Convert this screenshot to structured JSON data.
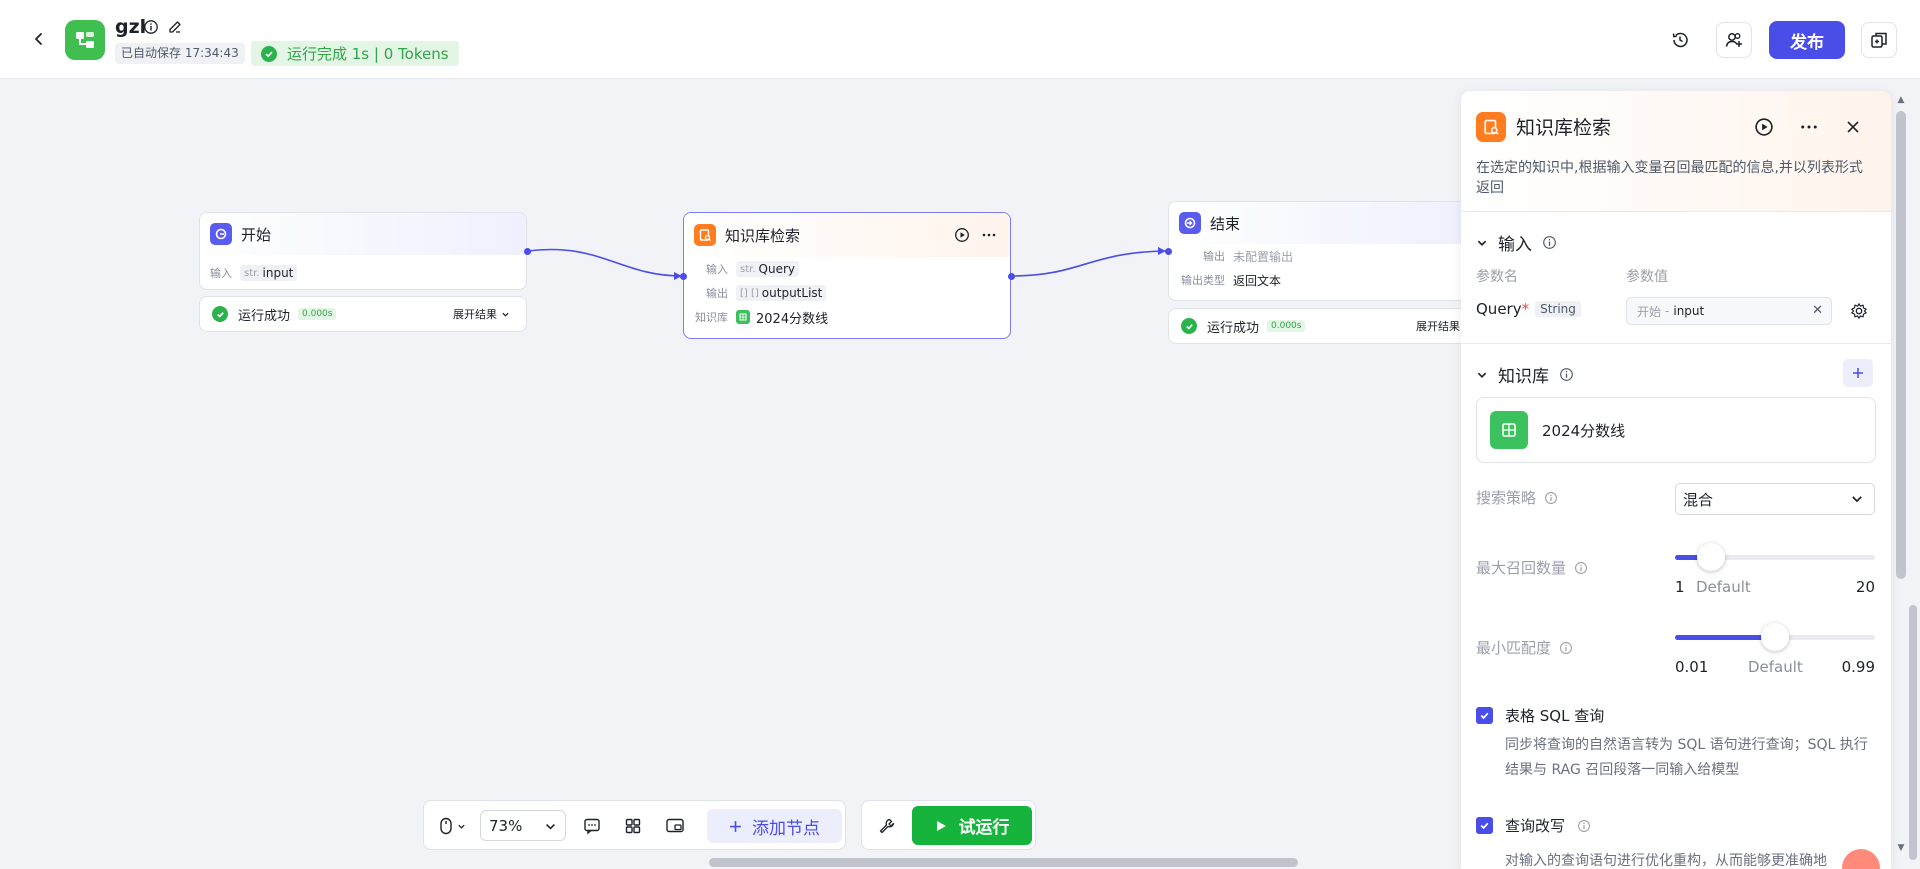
{
  "header": {
    "app_name": "gzl",
    "autosave": "已自动保存 17:34:43",
    "run_status": "运行完成 1s | 0 Tokens",
    "publish_label": "发布"
  },
  "nodes": {
    "start": {
      "title": "开始",
      "input_label": "输入",
      "input_type": "str.",
      "input_value": "input",
      "result": "运行成功",
      "time": "0.000s",
      "expand": "展开结果"
    },
    "kb": {
      "title": "知识库检索",
      "input_label": "输入",
      "input_type": "str.",
      "input_value": "Query",
      "output_label": "输出",
      "output_type": "[] []",
      "output_value": "outputList",
      "kb_label": "知识库",
      "kb_value": "2024分数线"
    },
    "end": {
      "title": "结束",
      "output_label": "输出",
      "output_value": "未配置输出",
      "output_type_label": "输出类型",
      "output_type_value": "返回文本",
      "result": "运行成功",
      "time": "0.000s",
      "expand": "展开结果"
    }
  },
  "panel": {
    "title": "知识库检索",
    "description": "在选定的知识中,根据输入变量召回最匹配的信息,并以列表形式返回",
    "input_section": "输入",
    "param_name_col": "参数名",
    "param_value_col": "参数值",
    "query_name": "Query",
    "query_required": "*",
    "query_type": "String",
    "query_source": "开始",
    "query_sep": "-",
    "query_var": "input",
    "kb_section": "知识库",
    "kb_item": "2024分数线",
    "search_strategy_label": "搜索策略",
    "search_strategy_value": "混合",
    "max_recall_label": "最大召回数量",
    "max_recall": {
      "min": "1",
      "default": "Default",
      "max": "20",
      "value_fraction": 0.18
    },
    "min_match_label": "最小匹配度",
    "min_match": {
      "min": "0.01",
      "default": "Default",
      "max": "0.99",
      "value_fraction": 0.5
    },
    "sql_query_label": "表格 SQL 查询",
    "sql_query_desc": "同步将查询的自然语言转为 SQL 语句进行查询；SQL 执行结果与 RAG 召回段落一同输入给模型",
    "query_rewrite_label": "查询改写",
    "query_rewrite_desc": "对输入的查询语句进行优化重构，从而能够更准确地"
  },
  "toolbar": {
    "zoom": "73%",
    "add_node": "添加节点",
    "run": "试运行"
  },
  "colors": {
    "accent": "#4a4de8",
    "success": "#2bb24c",
    "kb_orange": "#ff7d1f",
    "app_green": "#3fbf4f"
  }
}
